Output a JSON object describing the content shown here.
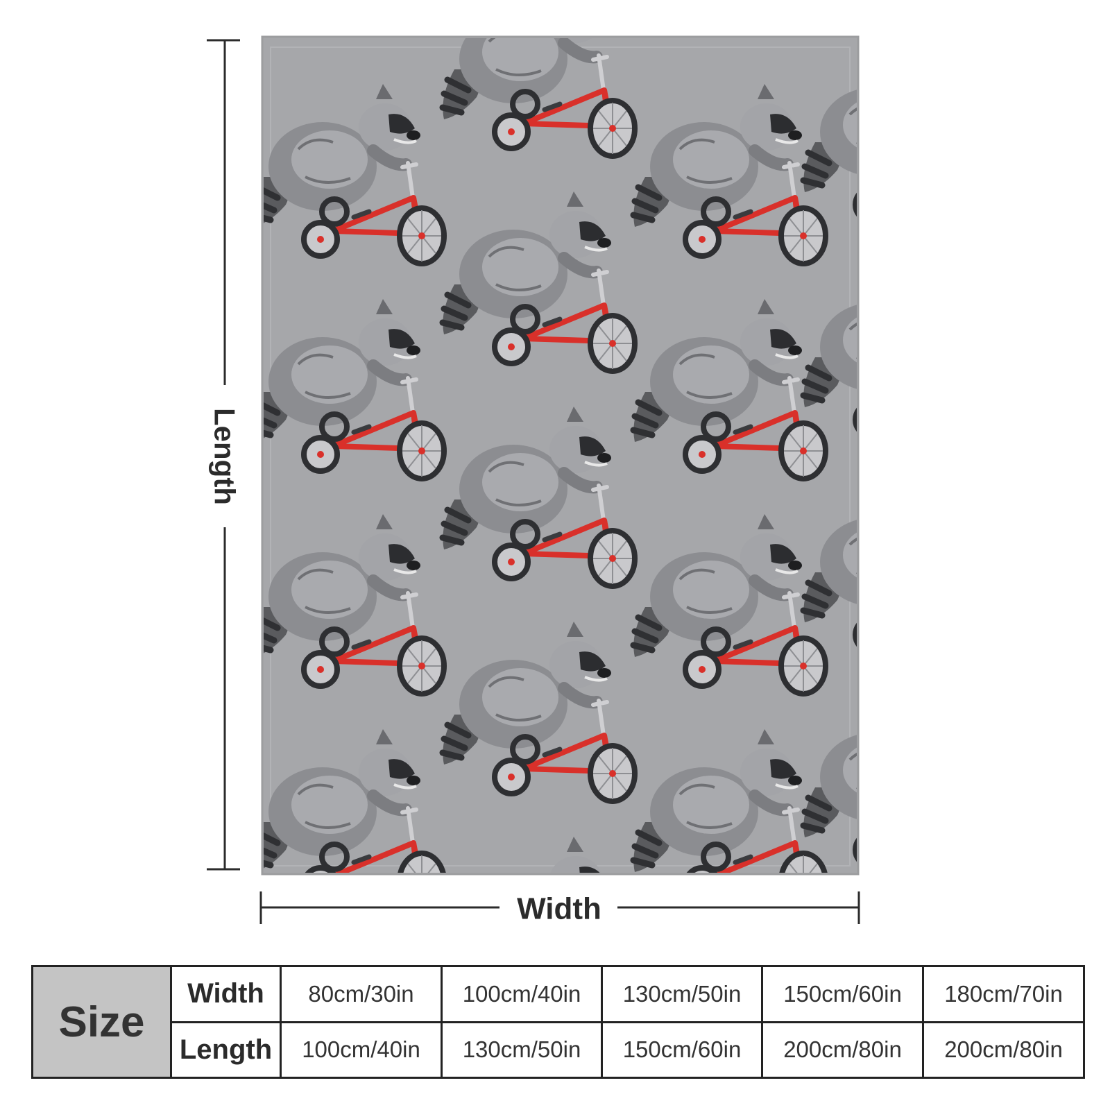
{
  "figure": {
    "length_label": "Length",
    "width_label": "Width",
    "blanket_color": "#a6a7aa",
    "blanket_border_color": "#9c9d9f",
    "motif": "raccoon riding a red bicycle",
    "motif_accent_color": "#d9302a"
  },
  "size_table": {
    "header": "Size",
    "rows": [
      {
        "label": "Width",
        "values": [
          "80cm/30in",
          "100cm/40in",
          "130cm/50in",
          "150cm/60in",
          "180cm/70in"
        ]
      },
      {
        "label": "Length",
        "values": [
          "100cm/40in",
          "130cm/50in",
          "150cm/60in",
          "200cm/80in",
          "200cm/80in"
        ]
      }
    ]
  }
}
